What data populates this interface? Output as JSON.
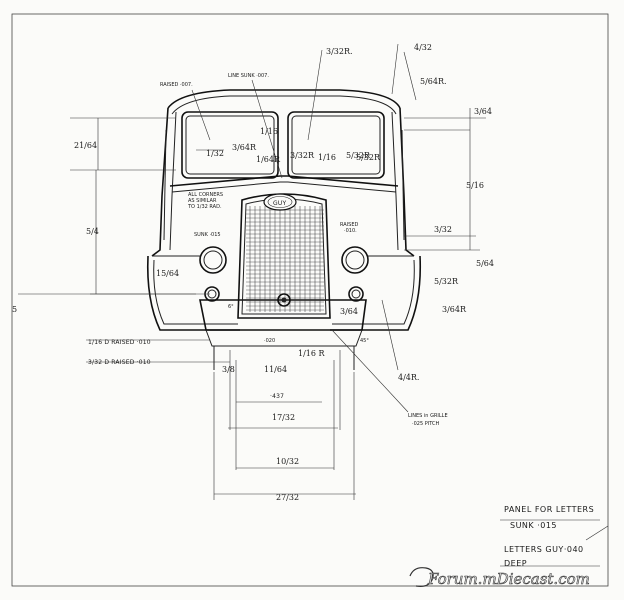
{
  "drawing": {
    "labels": {
      "raised_007": "RAISED ·007.",
      "line_sunk": "LINE SUNK ·007.",
      "all_corners": "ALL CORNERS",
      "all_corners_2": "AS SIMILAR",
      "all_corners_3": "TO 1/32 RAD.",
      "raised_010": "RAISED",
      "raised_010b": "·010.",
      "sunk_015": "SUNK ·015",
      "lines_in_grille": "LINES in GRILLE",
      "pitch": "·025 PITCH",
      "raised_gd": "1/16 D RAISED ·010",
      "raised_32": "3/32 D RAISED ·010",
      "badge": "GUY",
      "dim_437": "·437",
      "dim_020": "·020",
      "dim_45": "45°",
      "dim_6": "6°"
    },
    "fractions": {
      "f_3_32_top": "3/32R.",
      "f_4_32_top": "4/32",
      "f_5_64": "5/64R.",
      "f_3_64": "3/64",
      "f_21_64": "21/64",
      "f_1_32": "1/32",
      "f_1_16": "1/16",
      "f_3_64b": "3/64R",
      "f_3_32b": "3/32R",
      "f_1_64": "1/64R",
      "f_5_32": "5/32R",
      "f_5_16": "5/16",
      "f_5_4": "5/4",
      "f_15_64": "15/64",
      "f_3_32c": "3/32",
      "f_5_64b": "5/64",
      "f_5_32b": "5/32R",
      "f_3_64c": "3/64R",
      "f_4_4r": "4/4R.",
      "f_11_64": "11/64",
      "f_1_16b": "1/16",
      "f_1_16r": "1/16 R",
      "f_3_8": "3/8",
      "f_17_32": "17/32",
      "f_10_32": "10/32",
      "f_27_32": "27/32",
      "f_6": "3/64",
      "f_5_32c": "5/32R",
      "f_5_": "5"
    },
    "notes": {
      "panel": "PANEL FOR LETTERS",
      "sunk": "SUNK ·015",
      "letters": "LETTERS GUY·040",
      "deep": "DEEP"
    },
    "watermark": "Forum.mDiecast.com"
  }
}
